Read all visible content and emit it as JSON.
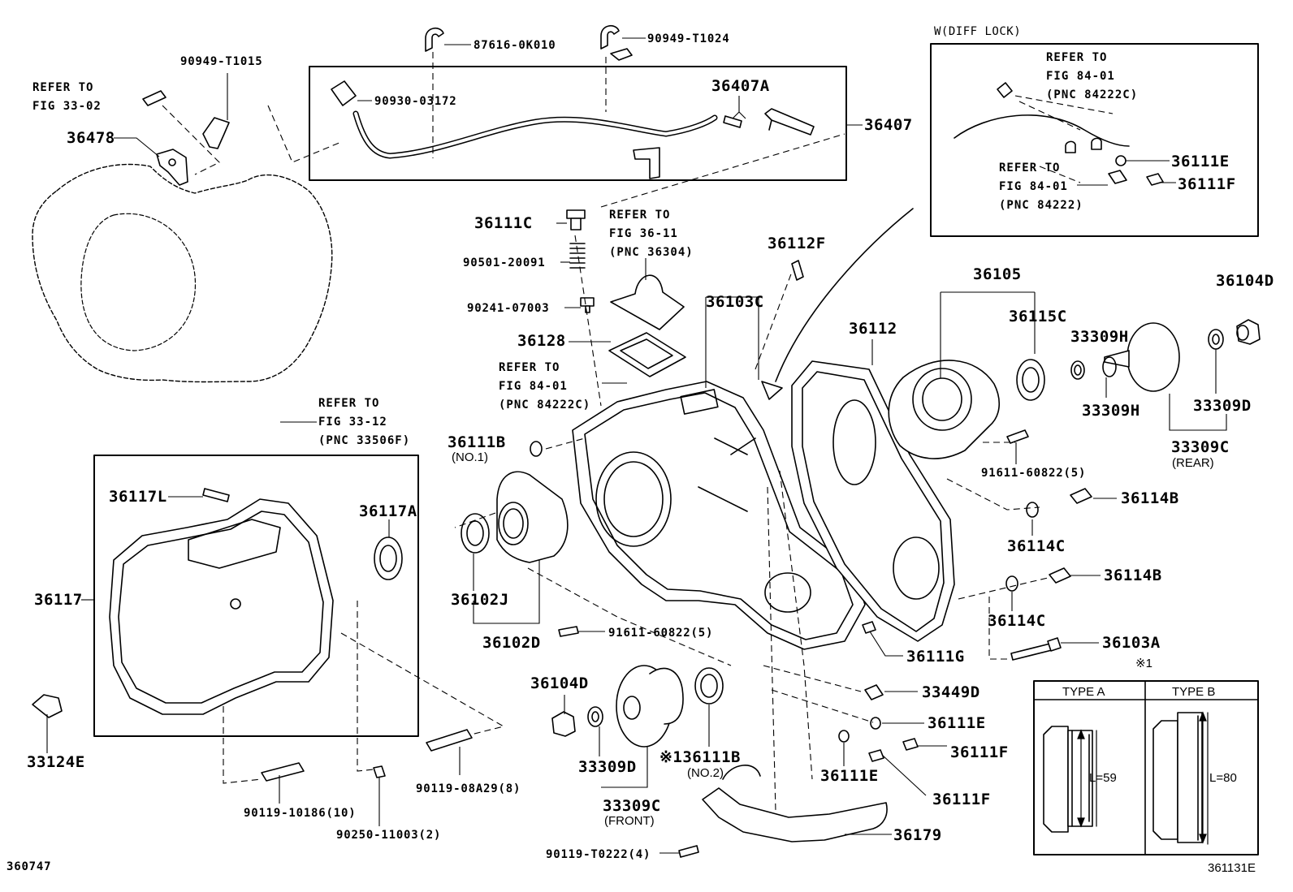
{
  "figure_id": "360747",
  "figure_ref": "361131E",
  "inset_diff_lock": {
    "title": "W(DIFF LOCK)",
    "ref_a": "REFER TO\nFIG 84-01\n(PNC 84222C)",
    "ref_b": "REFER TO\nFIG 84-01\n(PNC 84222)",
    "parts": [
      "36111E",
      "36111F"
    ]
  },
  "type_table": {
    "note": "※1",
    "col_a": "TYPE A",
    "col_b": "TYPE B",
    "dim_a": "L=59",
    "dim_b": "L=80"
  },
  "refs": {
    "fig_33_02": "REFER TO\nFIG 33-02",
    "fig_36_11": "REFER TO\nFIG 36-11\n(PNC 36304)",
    "fig_84_01": "REFER TO\nFIG 84-01\n(PNC 84222C)",
    "fig_33_12": "REFER TO\nFIG 33-12\n(PNC 33506F)"
  },
  "parts": {
    "p87616": "87616-0K010",
    "p90949b": "90949-T1024",
    "p90949a": "90949-T1015",
    "p90930": "90930-03172",
    "p36407A": "36407A",
    "p36407": "36407",
    "p36478": "36478",
    "p36111C": "36111C",
    "p90501": "90501-20091",
    "p90241": "90241-07003",
    "p36128": "36128",
    "p36112F": "36112F",
    "p36103C": "36103C",
    "p36105": "36105",
    "p36104D_r": "36104D",
    "p36112": "36112",
    "p36115C": "36115C",
    "p33309H_a": "33309H",
    "p33309H_b": "33309H",
    "p33309D_r": "33309D",
    "p33309C_r": "33309C",
    "p33309C_r_note": "(REAR)",
    "p36111B_1": "36111B",
    "p36111B_1_note": "(NO.1)",
    "p91611_a": "91611-60822(5)",
    "p36114B_a": "36114B",
    "p36114C_a": "36114C",
    "p36114B_b": "36114B",
    "p36114C_b": "36114C",
    "p36103A": "36103A",
    "p36117L": "36117L",
    "p36117A": "36117A",
    "p36117": "36117",
    "p36102J": "36102J",
    "p36102D": "36102D",
    "p91611_b": "91611-60822(5)",
    "p36111G": "36111G",
    "p33449D": "33449D",
    "p36111E_a": "36111E",
    "p36111F_a": "36111F",
    "p36111E_b": "36111E",
    "p36111F_b": "36111F",
    "p36104D_f": "36104D",
    "p33309D_f": "33309D",
    "p36111B_2": "※136111B",
    "p36111B_2_note": "(NO.2)",
    "p33309C_f": "33309C",
    "p33309C_f_note": "(FRONT)",
    "p36179": "36179",
    "p90119_t": "90119-T0222(4)",
    "p33124E": "33124E",
    "p90119_10186": "90119-10186(10)",
    "p90250": "90250-11003(2)",
    "p90119_08A29": "90119-08A29(8)"
  }
}
